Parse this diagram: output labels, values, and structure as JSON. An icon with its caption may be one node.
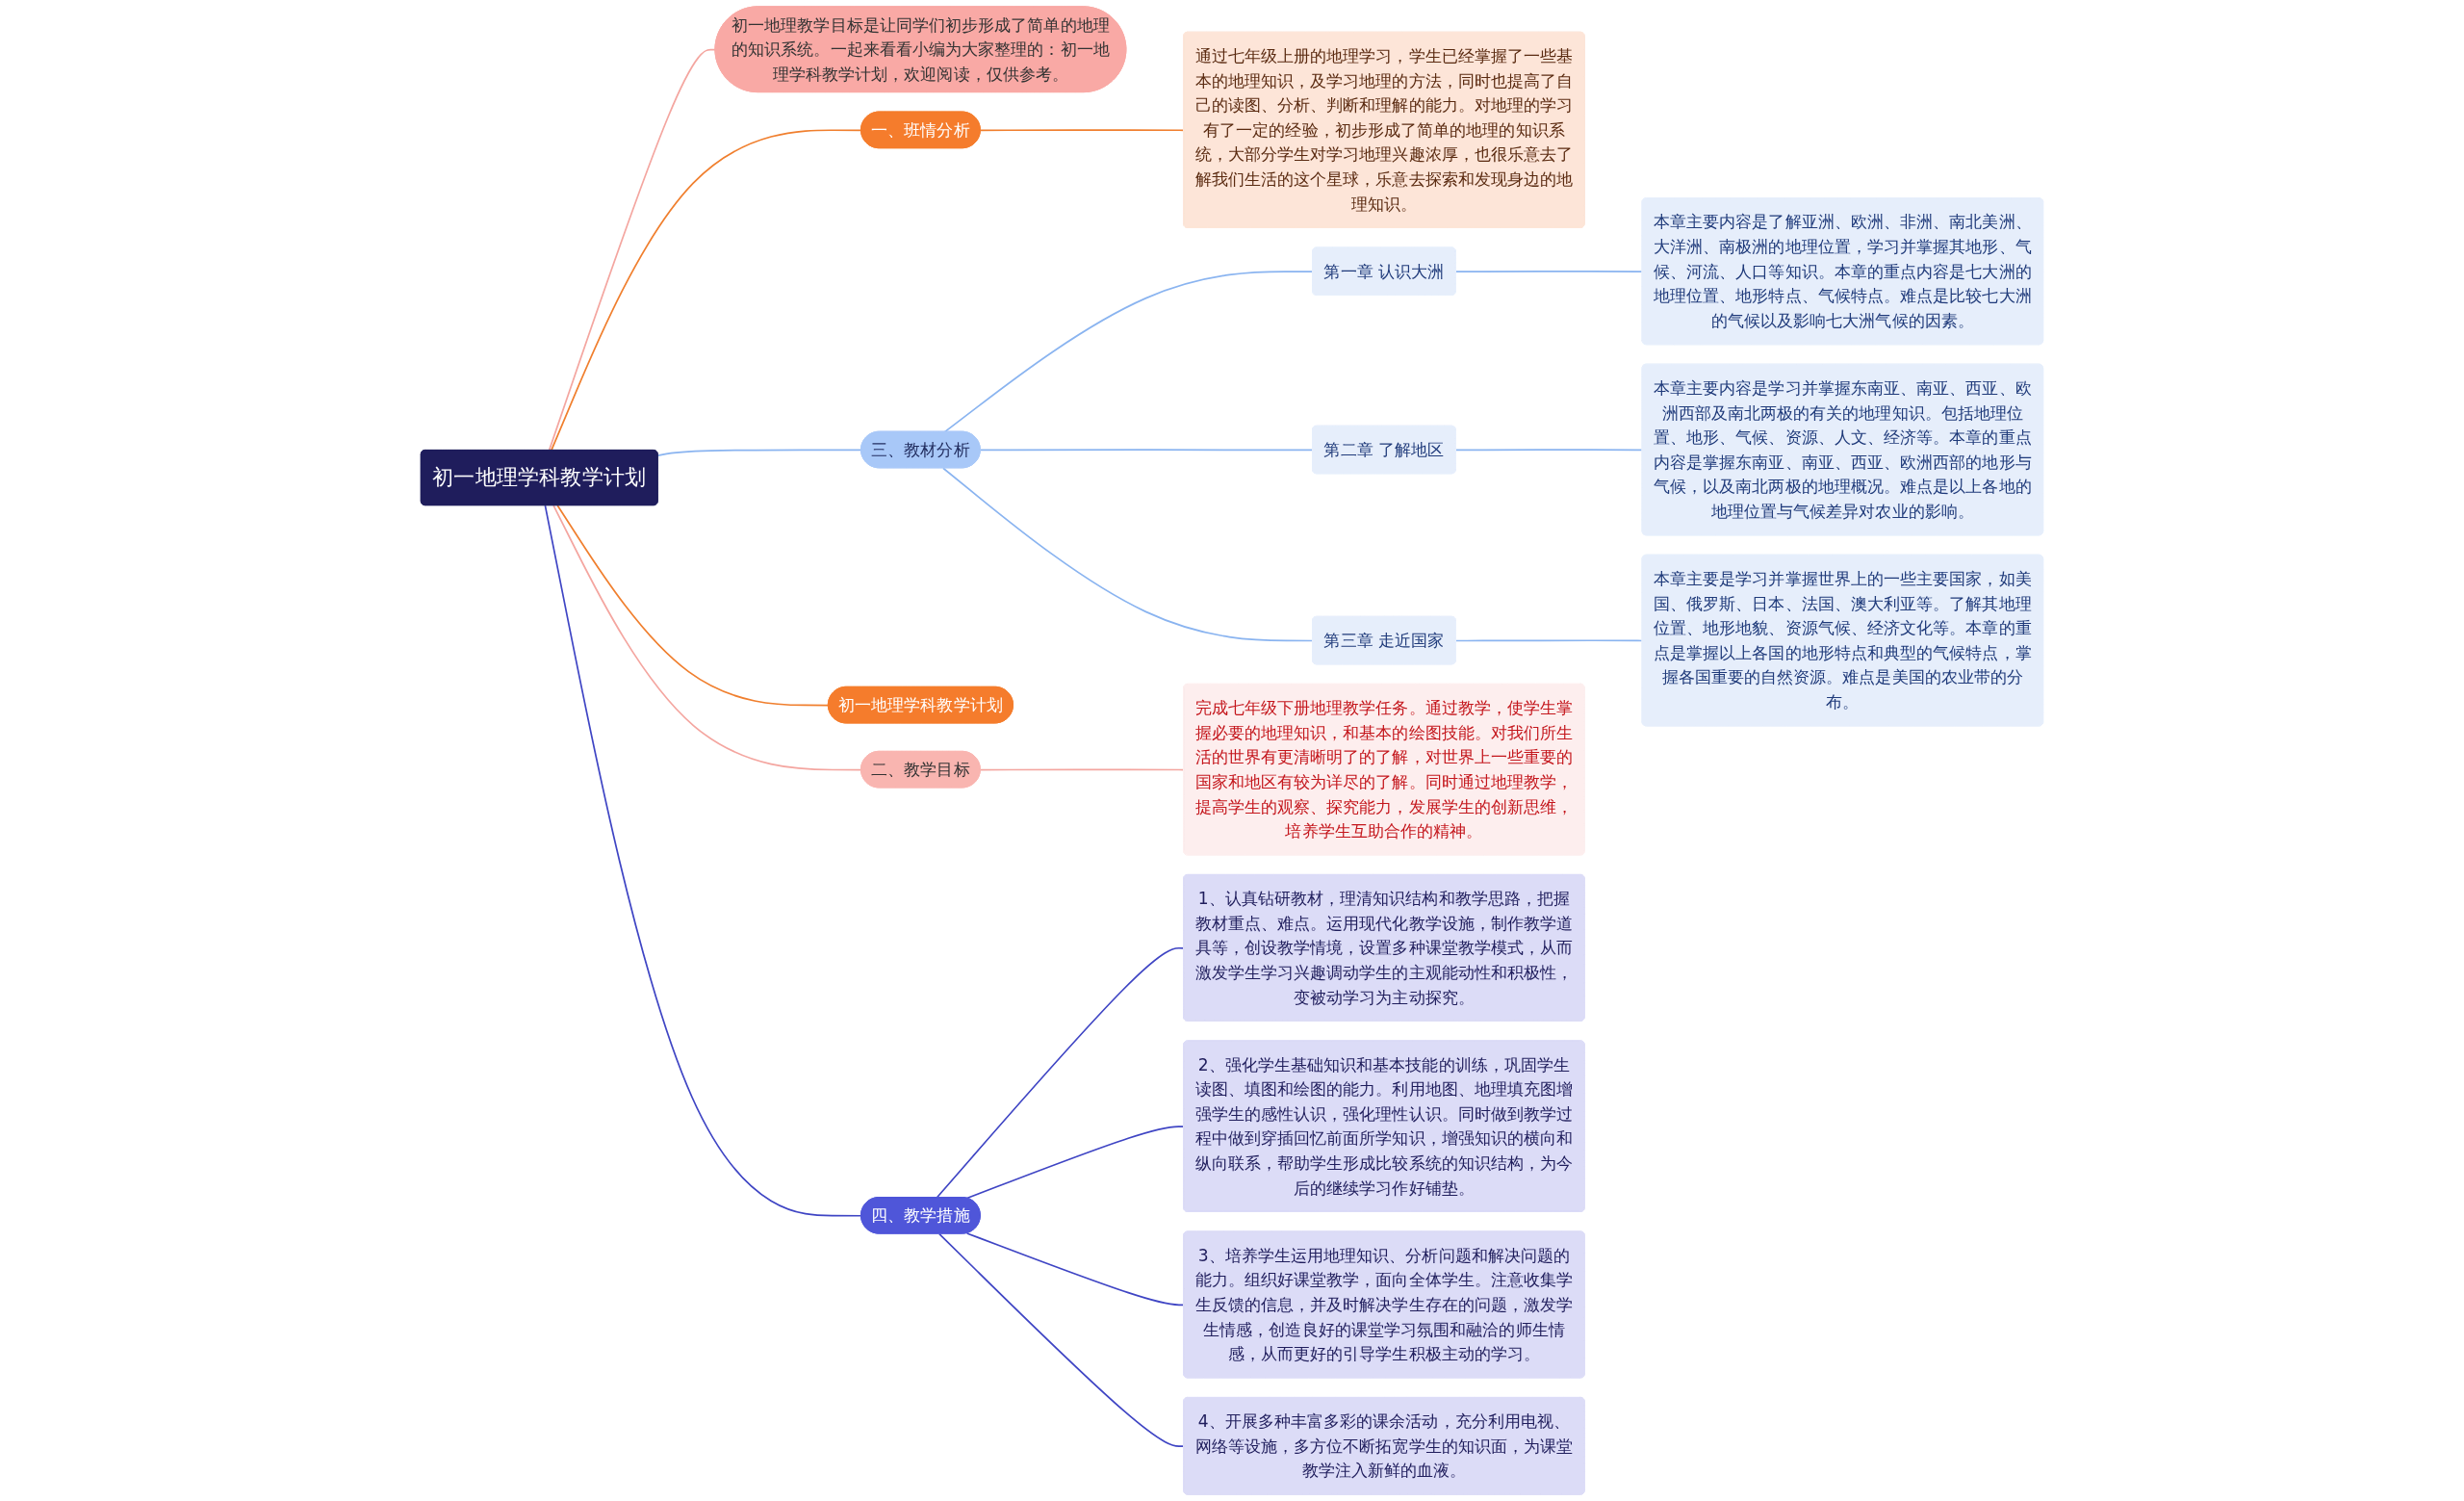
{
  "diagram": {
    "nodes": [
      {
        "text": [
          "初一地理学科教学计划"
        ]
      },
      {
        "text": [
          "初一地理教学目标是让同学们初步形成了简单的地理的知识系统。一起来看看小编为大家整理的：初一地理学科教学计划，欢迎阅读，仅供参考。"
        ]
      },
      {
        "text": [
          "一、班情分析"
        ]
      },
      {
        "text": [
          "通过七年级上册的地理学习，学生已经掌握了一些基本的地理知识，及学习地理的方法，同时也提高了自己的读图、分析、判断和理解的能力。对地理的学习有了一定的经验，初步形成了简单的地理的知识系统，大部分学生对学习地理兴趣浓厚，也很乐意去了解我们生活的这个星球，乐意去探索和发现身边的地理知识。"
        ]
      },
      {
        "text": [
          "三、教材分析"
        ]
      },
      {
        "text": [
          "第一章 认识大洲"
        ]
      },
      {
        "text": [
          "本章主要内容是了解亚洲、欧洲、非洲、南北美洲、大洋洲、南极洲的地理位置，学习并掌握其地形、气候、河流、人口等知识。本章的重点内容是七大洲的地理位置、地形特点、气候特点。难点是比较七大洲的气候以及影响七大洲气候的因素。"
        ]
      },
      {
        "text": [
          "第二章 了解地区"
        ]
      },
      {
        "text": [
          "本章主要内容是学习并掌握东南亚、南亚、西亚、欧洲西部及南北两极的有关的地理知识。包括地理位置、地形、气候、资源、人文、经济等。本章的重点内容是掌握东南亚、南亚、西亚、欧洲西部的地形与气候，以及南北两极的地理概况。难点是以上各地的地理位置与气候差异对农业的影响。"
        ]
      },
      {
        "text": [
          "第三章 走近国家"
        ]
      },
      {
        "text": [
          "本章主要是学习并掌握世界上的一些主要国家，如美国、俄罗斯、日本、法国、澳大利亚等。了解其地理位置、地形地貌、资源气候、经济文化等。本章的重点是掌握以上各国的地形特点和典型的气候特点，掌握各国重要的自然资源。难点是美国的农业带的分布。"
        ]
      },
      {
        "text": [
          "初一地理学科教学计划"
        ]
      },
      {
        "text": [
          "二、教学目标"
        ]
      },
      {
        "text": [
          "完成七年级下册地理教学任务。通过教学，使学生掌握必要的地理知识，和基本的绘图技能。对我们所生活的世界有更清晰明了的了解，对世界上一些重要的国家和地区有较为详尽的了解。同时通过地理教学，提高学生的观察、探究能力，发展学生的创新思维，培养学生互助合作的精神。"
        ]
      },
      {
        "text": [
          "四、教学措施"
        ]
      },
      {
        "text": [
          "1、认真钻研教材，理清知识结构和教学思路，把握教材重点、难点。运用现代化教学设施，制作教学道具等，创设教学情境，设置多种课堂教学模式，从而激发学生学习兴趣调动学生的主观能动性和积极性，变被动学习为主动探究。"
        ]
      },
      {
        "text": [
          "2、强化学生基础知识和基本技能的训练，巩固学生读图、填图和绘图的能力。利用地图、地理填充图增强学生的感性认识，强化理性认识。同时做到教学过程中做到穿插回忆前面所学知识，增强知识的横向和纵向联系，帮助学生形成比较系统的知识结构，为今后的继续学习作好铺垫。"
        ]
      },
      {
        "text": [
          "3、培养学生运用地理知识、分析问题和解决问题的能力。组织好课堂教学，面向全体学生。注意收集学生反馈的信息，并及时解决学生存在的问题，激发学生情感，创造良好的课堂学习氛围和融洽的师生情感，从而更好的引导学生积极主动的学习。"
        ]
      },
      {
        "text": [
          "4、开展多种丰富多彩的课余活动，充分利用电视、网络等设施，多方位不断拓宽学生的知识面，为课堂教学注入新鲜的血液。"
        ]
      }
    ],
    "edges": [
      {
        "from": 0,
        "to": 1,
        "arrow": "none",
        "color": "#f4a6a0"
      },
      {
        "from": 0,
        "to": 2,
        "arrow": "none",
        "color": "#f07f2e"
      },
      {
        "from": 2,
        "to": 3,
        "arrow": "none",
        "color": "#f07f2e"
      },
      {
        "from": 0,
        "to": 4,
        "arrow": "none"
      },
      {
        "from": 4,
        "to": 5,
        "arrow": "none"
      },
      {
        "from": 5,
        "to": 6,
        "arrow": "none"
      },
      {
        "from": 4,
        "to": 7,
        "arrow": "none"
      },
      {
        "from": 7,
        "to": 8,
        "arrow": "none"
      },
      {
        "from": 4,
        "to": 9,
        "arrow": "none"
      },
      {
        "from": 9,
        "to": 10,
        "arrow": "none"
      },
      {
        "from": 0,
        "to": 11,
        "arrow": "none",
        "color": "#f07f2e"
      },
      {
        "from": 0,
        "to": 12,
        "arrow": "none",
        "color": "#f4a6a0"
      },
      {
        "from": 12,
        "to": 13,
        "arrow": "none",
        "color": "#f4a6a0"
      },
      {
        "from": 0,
        "to": 14,
        "arrow": "none",
        "color": "#3f45c4"
      },
      {
        "from": 14,
        "to": 15,
        "arrow": "none",
        "color": "#3f45c4"
      },
      {
        "from": 14,
        "to": 16,
        "arrow": "none",
        "color": "#3f45c4"
      },
      {
        "from": 14,
        "to": 17,
        "arrow": "none",
        "color": "#3f45c4"
      },
      {
        "from": 14,
        "to": 18,
        "arrow": "none",
        "color": "#3f45c4"
      }
    ]
  }
}
